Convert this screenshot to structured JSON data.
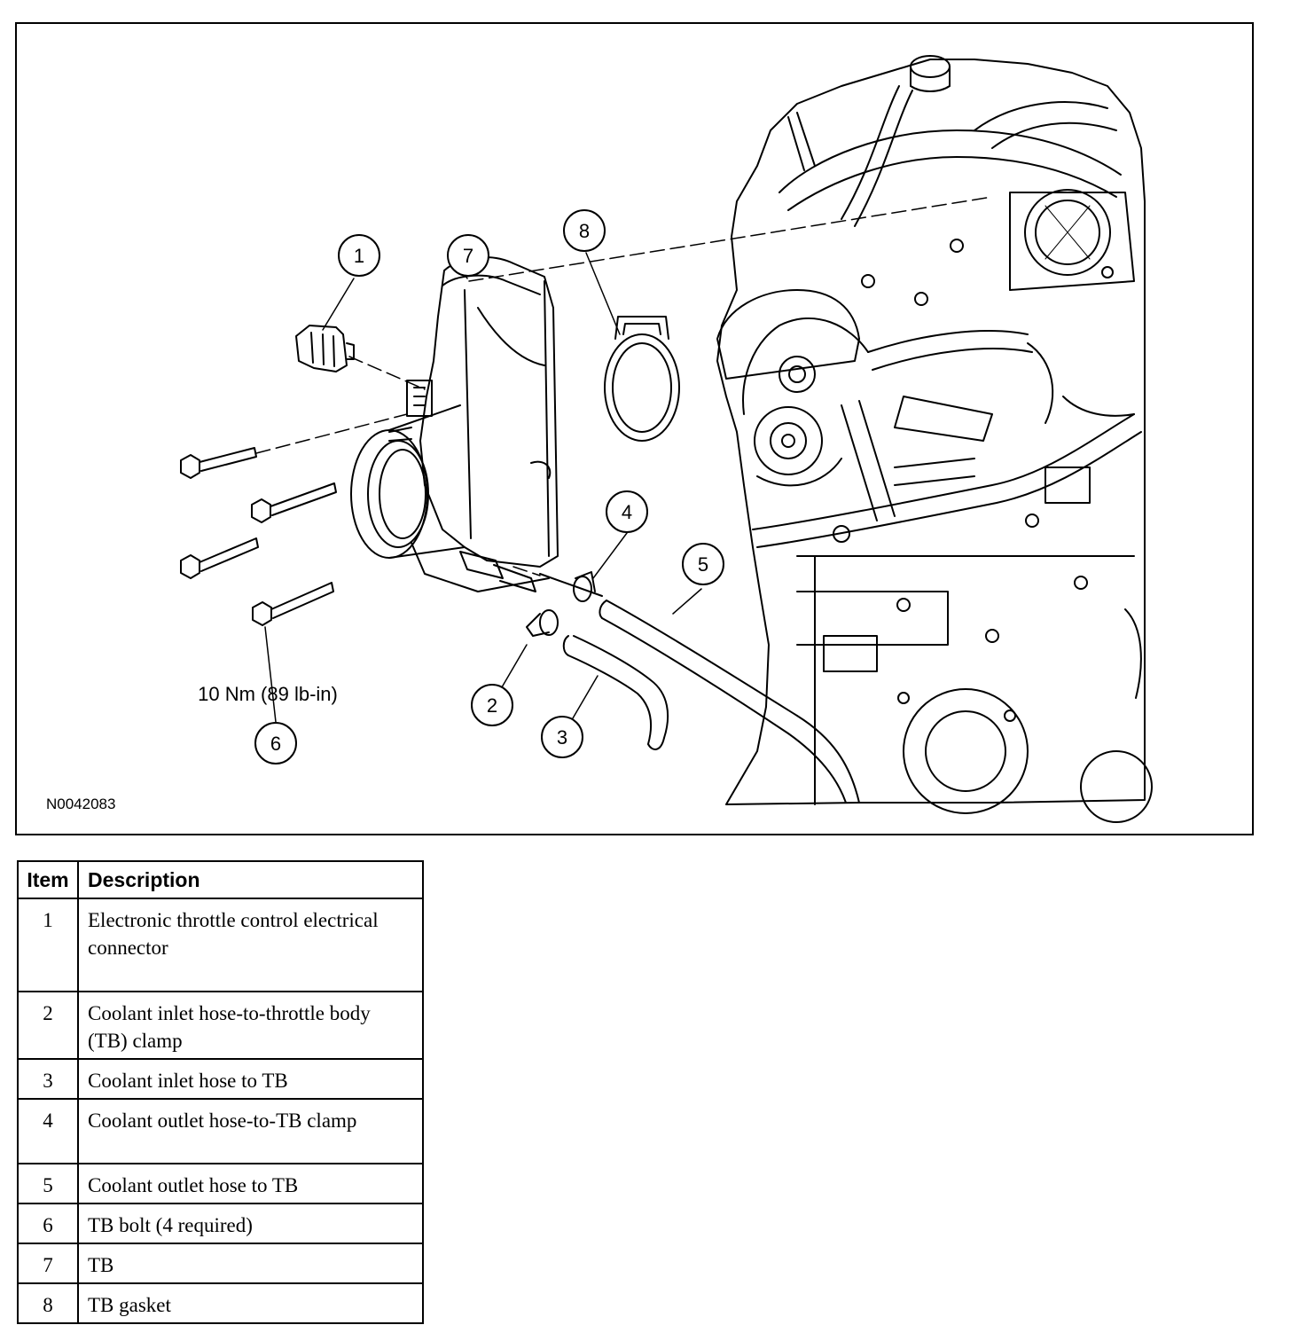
{
  "figure": {
    "figure_id": "N0042083",
    "torque_spec": "10 Nm (89 lb-in)",
    "callouts": [
      "1",
      "2",
      "3",
      "4",
      "5",
      "6",
      "7",
      "8"
    ]
  },
  "legend": {
    "headers": {
      "item": "Item",
      "description": "Description"
    },
    "rows": [
      {
        "item": "1",
        "description": "Electronic throttle control electrical connector"
      },
      {
        "item": "2",
        "description": "Coolant inlet hose-to-throttle body (TB) clamp"
      },
      {
        "item": "3",
        "description": "Coolant inlet hose to TB"
      },
      {
        "item": "4",
        "description": "Coolant outlet hose-to-TB clamp"
      },
      {
        "item": "5",
        "description": "Coolant outlet hose to TB"
      },
      {
        "item": "6",
        "description": "TB bolt (4 required)"
      },
      {
        "item": "7",
        "description": "TB"
      },
      {
        "item": "8",
        "description": "TB gasket"
      }
    ]
  }
}
